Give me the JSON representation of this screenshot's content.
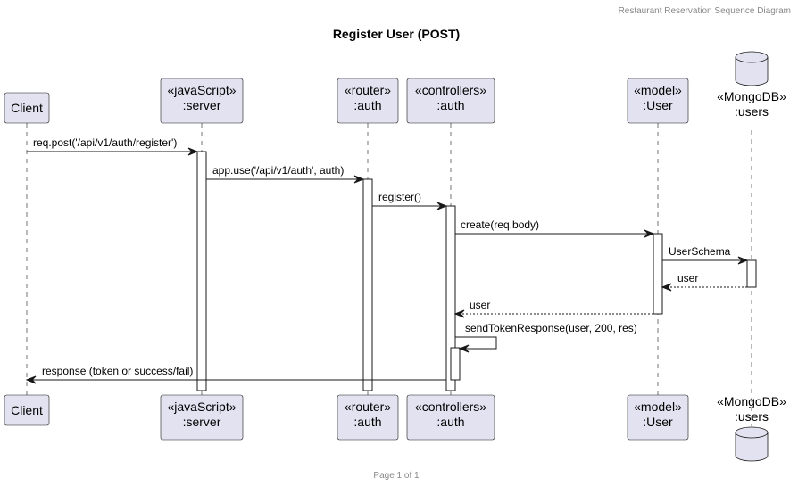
{
  "header": {
    "text": "Restaurant Reservation Sequence Diagram"
  },
  "title": "Register User (POST)",
  "footer": "Page 1 of 1",
  "colors": {
    "participant_fill": "#E2E2F0",
    "line": "#181818"
  },
  "participants": [
    {
      "id": "client",
      "lines": [
        "Client"
      ],
      "kind": "box"
    },
    {
      "id": "server",
      "lines": [
        "«javaScript»",
        ":server"
      ],
      "kind": "box"
    },
    {
      "id": "router",
      "lines": [
        "«router»",
        ":auth"
      ],
      "kind": "box"
    },
    {
      "id": "controller",
      "lines": [
        "«controllers»",
        ":auth"
      ],
      "kind": "box"
    },
    {
      "id": "model",
      "lines": [
        "«model»",
        ":User"
      ],
      "kind": "box"
    },
    {
      "id": "db",
      "lines": [
        "«MongoDB»",
        ":users"
      ],
      "kind": "database"
    }
  ],
  "messages": [
    {
      "from": "client",
      "to": "server",
      "label": "req.post('/api/v1/auth/register')",
      "style": "solid"
    },
    {
      "from": "server",
      "to": "router",
      "label": "app.use('/api/v1/auth', auth)",
      "style": "solid"
    },
    {
      "from": "router",
      "to": "controller",
      "label": "register()",
      "style": "solid"
    },
    {
      "from": "controller",
      "to": "model",
      "label": "create(req.body)",
      "style": "solid"
    },
    {
      "from": "model",
      "to": "db",
      "label": "UserSchema",
      "style": "solid"
    },
    {
      "from": "db",
      "to": "model",
      "label": "user",
      "style": "dashed"
    },
    {
      "from": "model",
      "to": "controller",
      "label": "user",
      "style": "dashed"
    },
    {
      "from": "controller",
      "to": "controller",
      "label": "sendTokenResponse(user, 200, res)",
      "style": "self"
    },
    {
      "from": "controller",
      "to": "client",
      "label": "response (token or success/fail)",
      "style": "solid"
    }
  ]
}
